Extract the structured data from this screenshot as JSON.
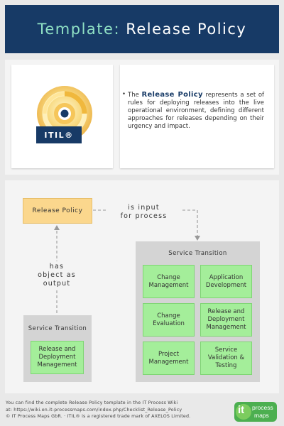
{
  "header": {
    "title_prefix": "Template:",
    "title_main": "Release Policy"
  },
  "itil": {
    "label": "ITIL®"
  },
  "description": {
    "bullet": "•",
    "intro": "The",
    "highlight": "Release Policy",
    "rest": "represents a set of rules for deploying releases into the live operational environment, defining different approaches for releases depending on their urgency and impact."
  },
  "diagram": {
    "release_policy": "Release Policy",
    "input_label": [
      "is input",
      "for process"
    ],
    "output_label": [
      "has",
      "object as",
      "output"
    ],
    "left_group": {
      "title": "Service Transition",
      "items": [
        [
          "Release and",
          "Deployment",
          "Management"
        ]
      ]
    },
    "right_group": {
      "title": "Service Transition",
      "items": [
        [
          "Change",
          "Management"
        ],
        [
          "Application",
          "Development"
        ],
        [
          "Change",
          "Evaluation"
        ],
        [
          "Release and",
          "Deployment",
          "Management"
        ],
        [
          "Project",
          "Management"
        ],
        [
          "Service",
          "Validation &",
          "Testing"
        ]
      ]
    }
  },
  "footer": {
    "line1": "You can find the complete Release Policy template in the IT Process Wiki",
    "line2": "at: https://wiki.en.it-processmaps.com/index.php/Checklist_Release_Policy",
    "line3": "© IT Process Maps GbR. · ITIL® is a registered trade mark of AXELOS Limited."
  },
  "brand": {
    "it": "it",
    "word1": "process",
    "word2": "maps"
  },
  "colors": {
    "header_bg": "#173a66",
    "title_accent": "#8fe0c4",
    "policy_fill": "#fbd78d",
    "process_fill": "#a4ee9a",
    "brand_green": "#4caf50"
  }
}
